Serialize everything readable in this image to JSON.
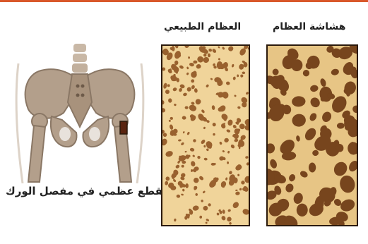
{
  "labels": {
    "normal_bone": "العظام الطبيعي",
    "osteoporosis": "هشاشة العظام",
    "hip_section": "مقطع عظمي في مفصل الورك"
  },
  "colors": {
    "top_rule": "#d9582b",
    "bone_light": "#f0d49a",
    "bone_mid": "#c9923e",
    "pore_dark": "#6b3812",
    "pelvis_bone": "#b39f8b",
    "pelvis_shadow": "#8a7765",
    "sample_marker": "#5a2410"
  },
  "icons": {
    "pelvis": "pelvis-illustration",
    "normal_texture": "trabecular-bone-normal",
    "osteo_texture": "trabecular-bone-osteoporosis"
  }
}
